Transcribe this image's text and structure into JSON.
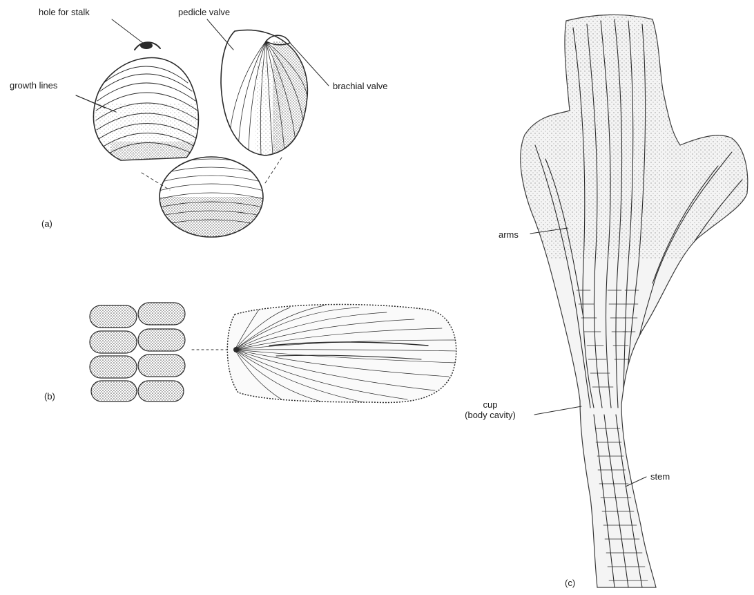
{
  "panels": {
    "a": {
      "letter": "(a)",
      "labels": {
        "hole_for_stalk": "hole for stalk",
        "pedicle_valve": "pedicle valve",
        "growth_lines": "growth lines",
        "brachial_valve": "brachial valve"
      }
    },
    "b": {
      "letter": "(b)"
    },
    "c": {
      "letter": "(c)",
      "labels": {
        "arms": "arms",
        "cup_line1": "cup",
        "cup_line2": "(body cavity)",
        "stem": "stem"
      }
    }
  },
  "colors": {
    "ink": "#2a2a2a",
    "stipple": "#7a7a7a",
    "background": "#ffffff"
  }
}
